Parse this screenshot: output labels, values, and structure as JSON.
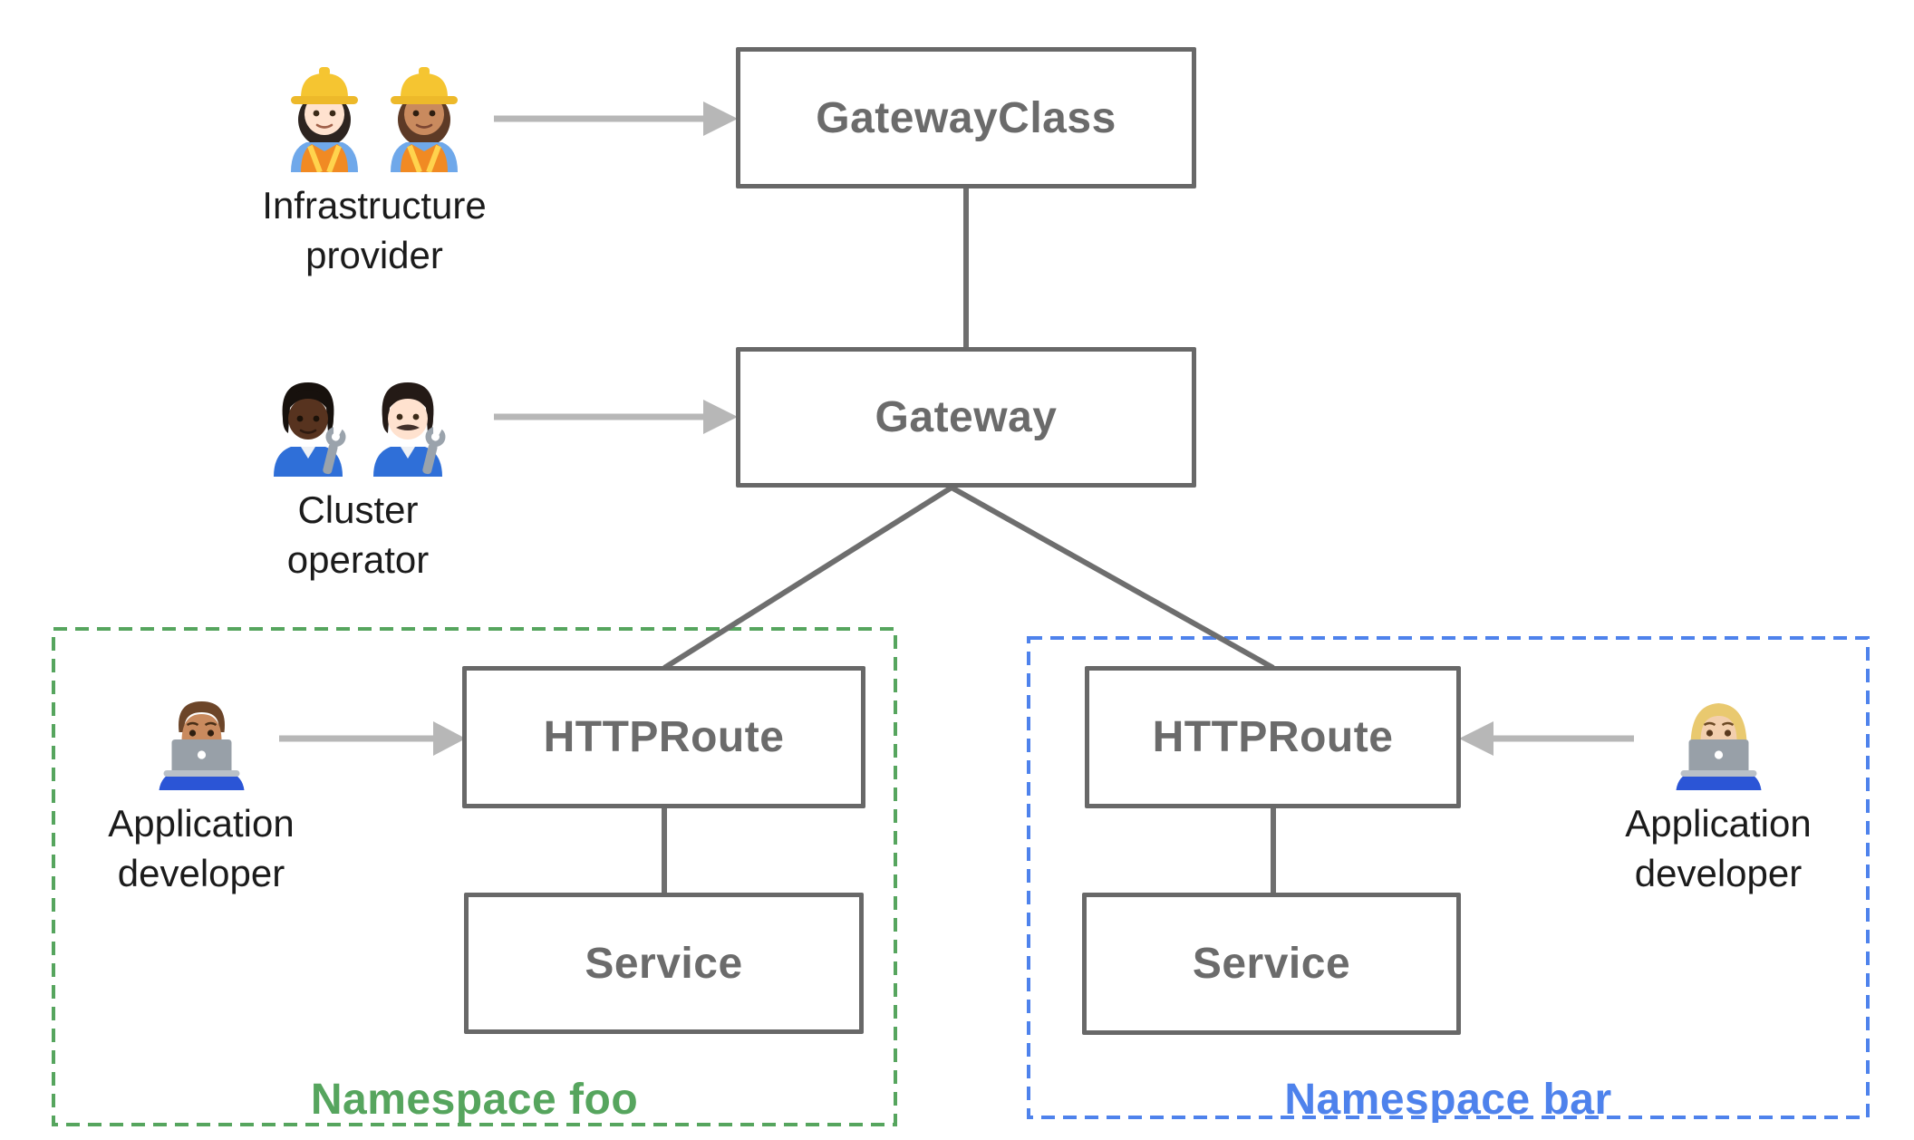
{
  "diagram": {
    "boxes": [
      {
        "id": "gatewayclass",
        "label": "GatewayClass"
      },
      {
        "id": "gateway",
        "label": "Gateway"
      },
      {
        "id": "httproute-foo",
        "label": "HTTPRoute"
      },
      {
        "id": "service-foo",
        "label": "Service"
      },
      {
        "id": "httproute-bar",
        "label": "HTTPRoute"
      },
      {
        "id": "service-bar",
        "label": "Service"
      }
    ],
    "namespaces": [
      {
        "id": "foo",
        "label": "Namespace foo",
        "color": "#56a55e"
      },
      {
        "id": "bar",
        "label": "Namespace bar",
        "color": "#4e82ec"
      }
    ],
    "personas": [
      {
        "id": "infrastructure-provider",
        "label": [
          "Infrastructure",
          "provider"
        ],
        "icons": [
          "woman-construction-worker-light",
          "woman-construction-worker-medium"
        ]
      },
      {
        "id": "cluster-operator",
        "label": [
          "Cluster",
          "operator"
        ],
        "icons": [
          "person-mechanic-dark",
          "man-mechanic-light"
        ]
      },
      {
        "id": "application-developer-foo",
        "label": [
          "Application",
          "developer"
        ],
        "icons": [
          "man-technologist"
        ]
      },
      {
        "id": "application-developer-bar",
        "label": [
          "Application",
          "developer"
        ],
        "icons": [
          "woman-technologist"
        ]
      }
    ],
    "colors": {
      "box_border": "#686868",
      "box_text": "#6b6b6b",
      "connector": "#6e6e6e",
      "arrow": "#b7b7b7",
      "persona_text": "#1b1b1b",
      "background": "#ffffff"
    }
  }
}
